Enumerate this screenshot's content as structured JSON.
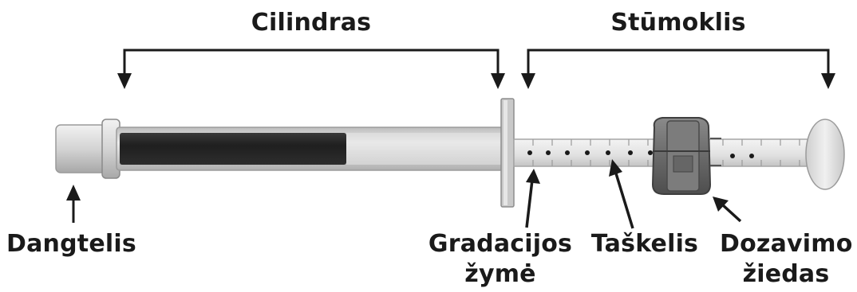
{
  "labels": {
    "barrel": "Cilindras",
    "plunger": "Stūmoklis",
    "cap": "Dangtelis",
    "graduation_line1": "Gradacijos",
    "graduation_line2": "žymė",
    "dot": "Taškelis",
    "dosing_ring_line1": "Dozavimo",
    "dosing_ring_line2": "žiedas"
  },
  "colors": {
    "line": "#1a1a1a",
    "medicine": "#2b2b2b",
    "barrel_body": "#d6d6d6",
    "cap": "#cfcfcf",
    "ring": "#6e6e6e"
  }
}
